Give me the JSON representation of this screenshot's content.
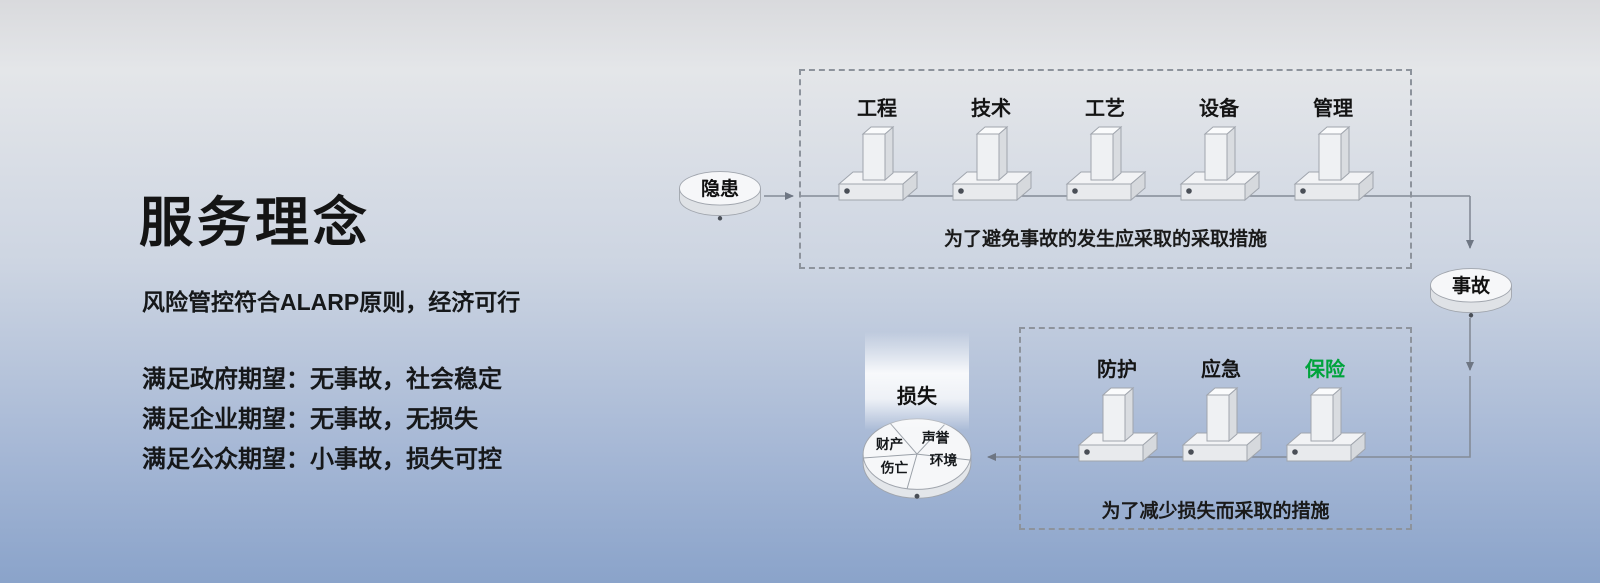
{
  "left_panel": {
    "title": "服务理念",
    "subtitle": "风险管控符合ALARP原则，经济可行",
    "expectations": [
      "满足政府期望：无事故，社会稳定",
      "满足企业期望：无事故，无损失",
      "满足公众期望：小事故，损失可控"
    ]
  },
  "flow": {
    "hazard_node": "隐患",
    "accident_node": "事故",
    "loss_node": {
      "label": "损失",
      "segments": [
        "财产",
        "声誉",
        "伤亡",
        "环境"
      ]
    },
    "prevention": {
      "barriers": [
        {
          "label": "工程",
          "color": "#141414"
        },
        {
          "label": "技术",
          "color": "#141414"
        },
        {
          "label": "工艺",
          "color": "#141414"
        },
        {
          "label": "设备",
          "color": "#141414"
        },
        {
          "label": "管理",
          "color": "#141414"
        }
      ],
      "caption": "为了避免事故的发生应采取的采取措施"
    },
    "mitigation": {
      "barriers": [
        {
          "label": "防护",
          "color": "#141414"
        },
        {
          "label": "应急",
          "color": "#141414"
        },
        {
          "label": "保险",
          "color": "#00a33c"
        }
      ],
      "caption": "为了减少损失而采取的措施"
    }
  },
  "colors": {
    "background_top": "#e4e6e9",
    "background_bottom": "#8aa3ca",
    "connector": "#848b97",
    "highlight_green": "#00a33c"
  }
}
